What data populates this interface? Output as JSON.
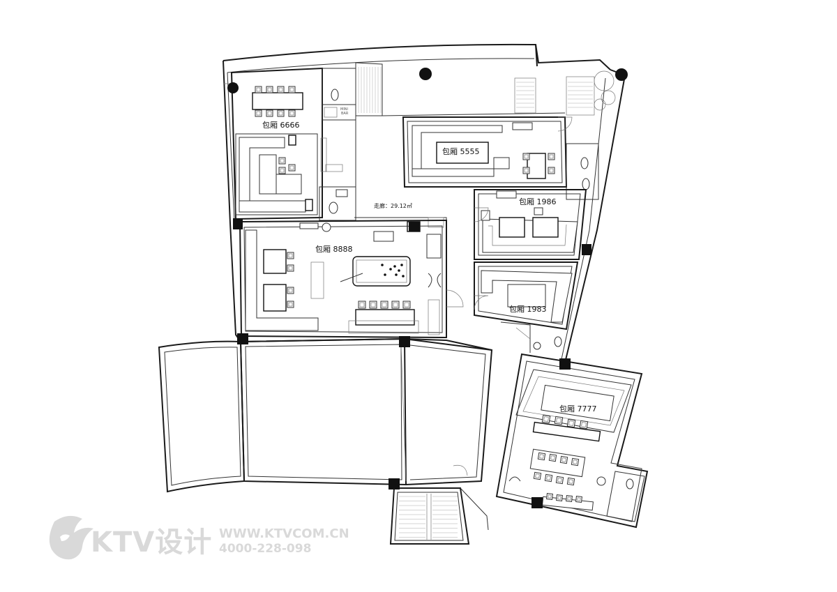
{
  "rooms": {
    "r6666": "包厢  6666",
    "r5555": "包厢  5555",
    "r1986": "包厢  1986",
    "r8888": "包厢  8888",
    "r1983": "包厢  1983",
    "r7777": "包厢  7777"
  },
  "corridor": "走廊：29.12㎡",
  "minibar": {
    "line1": "MINI",
    "line2": "BAR"
  },
  "watermark": {
    "brand": "KTV设计",
    "url": "WWW.KTVCOM.CN",
    "phone": "4000-228-098"
  }
}
